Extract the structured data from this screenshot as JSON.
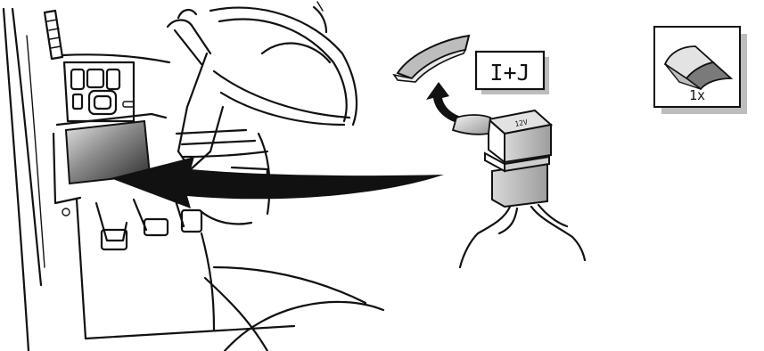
{
  "part_label": "I+J",
  "kit_box": {
    "quantity": "1x"
  },
  "module_marking": "12V",
  "colors": {
    "ink": "#111111",
    "shadow": "#bdbdbd",
    "pad_dark": "#7a7a7a",
    "pad_light": "#d9d9d9"
  }
}
